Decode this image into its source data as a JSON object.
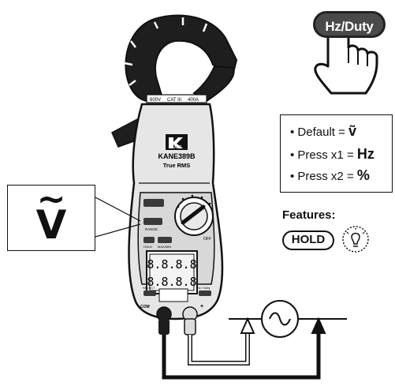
{
  "hz_duty_button": {
    "label": "Hz/Duty"
  },
  "mode_legend": {
    "rows": [
      {
        "text": "• Default  =",
        "symbol": "ṽ"
      },
      {
        "text": "• Press x1 =",
        "symbol": "Hz"
      },
      {
        "text": "• Press x2 =",
        "symbol": "%"
      }
    ]
  },
  "features": {
    "title": "Features:",
    "hold_label": "HOLD",
    "backlight_icon": "lightbulb-icon"
  },
  "ac_voltage_callout": {
    "tilde": "~",
    "unit": "V"
  },
  "meter": {
    "brand": "KANE",
    "model": "KANE389B",
    "subtitle": "True RMS",
    "jaw_rating_left": "600V",
    "jaw_rating_mid": "CAT III",
    "jaw_rating_right": "400A",
    "display_top": "8.8.8.8",
    "display_bottom": "8.8.8.8",
    "button_hold": "HOLD",
    "button_maxmin": "MAX/MIN",
    "button_range": "RANGE",
    "button_select": "SELECT",
    "button_light": "Hz / Duty",
    "dial_off": "OFF",
    "terminal_com": "COM",
    "terminal_plus": "+"
  },
  "colors": {
    "ink": "#111111",
    "meter_light": "#e6e6e6",
    "meter_dark": "#2a2a2a",
    "button_fill": "#4a4a4a"
  }
}
